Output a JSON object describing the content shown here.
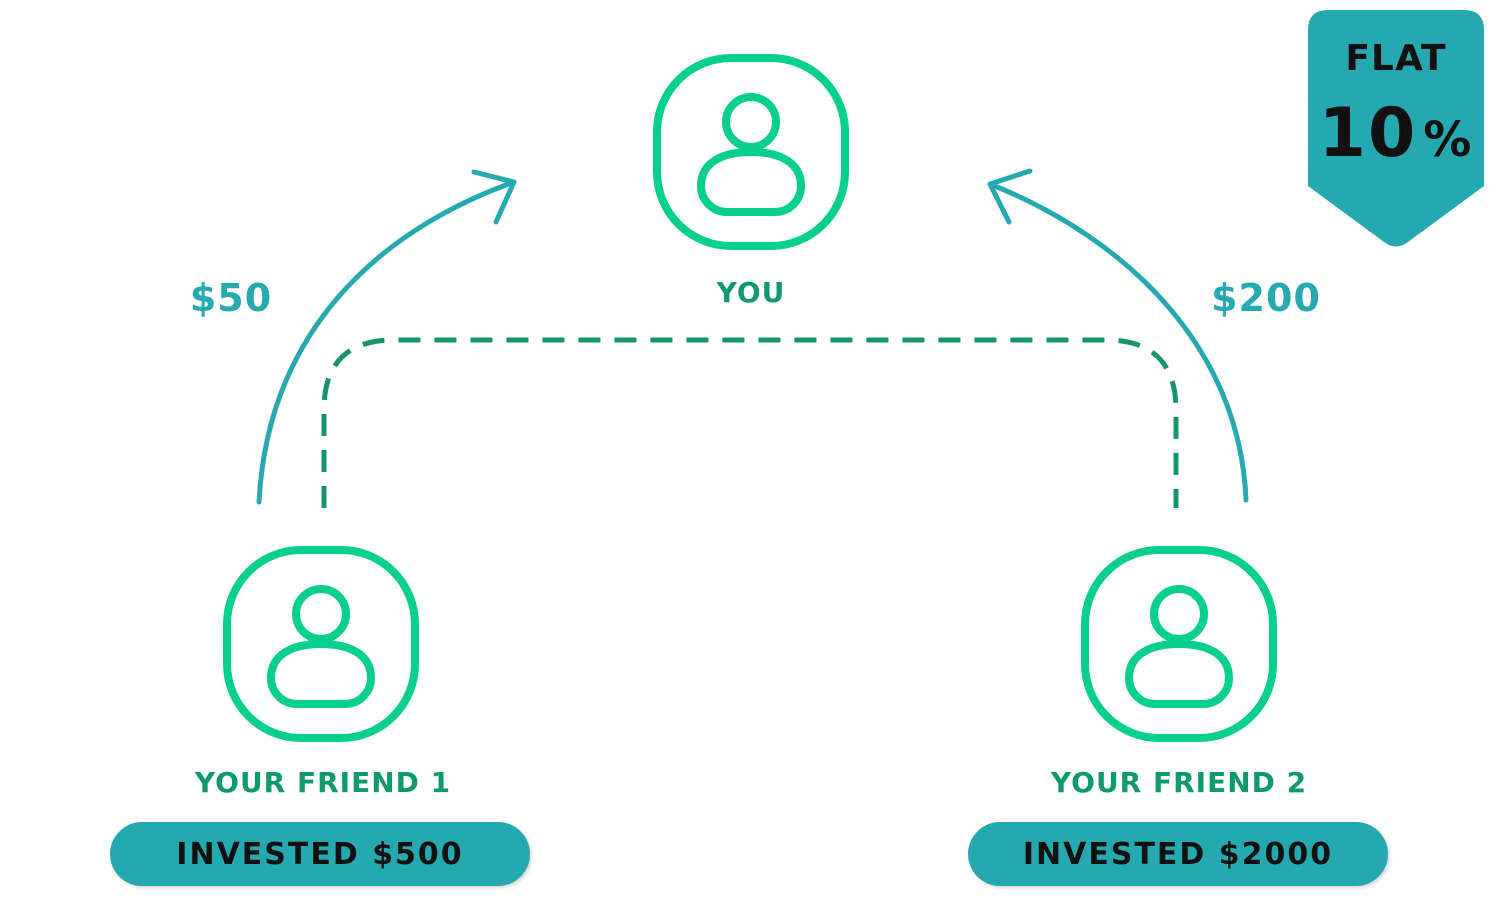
{
  "colors": {
    "node_green": "#07d08f",
    "label_green": "#0f9a6a",
    "arrow_teal": "#27a9b1",
    "dash_green": "#14956c",
    "pill_teal": "#25a9b1",
    "badge_teal": "#25a9b1",
    "text_dark": "#111111"
  },
  "nodes": {
    "you": {
      "label": "YOU",
      "icon": "user-profile-icon"
    },
    "friend1": {
      "label": "YOUR FRIEND 1",
      "icon": "user-profile-icon",
      "invested": "INVESTED $500"
    },
    "friend2": {
      "label": "YOUR FRIEND 2",
      "icon": "user-profile-icon",
      "invested": "INVESTED $2000"
    }
  },
  "flows": {
    "left_amount": "$50",
    "right_amount": "$200"
  },
  "badge": {
    "top": "FLAT",
    "number": "10",
    "percent": "%"
  }
}
